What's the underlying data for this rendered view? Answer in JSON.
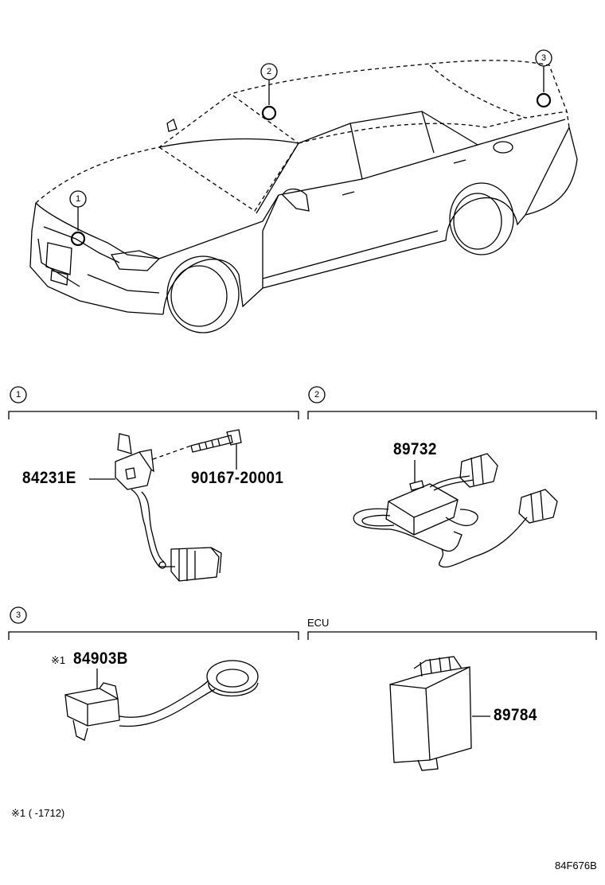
{
  "callouts": [
    "1",
    "2",
    "3"
  ],
  "sections": [
    {
      "number": "1",
      "header": ""
    },
    {
      "number": "2",
      "header": ""
    },
    {
      "number": "3",
      "header": ""
    },
    {
      "number": "",
      "header": "ECU"
    }
  ],
  "parts": {
    "p84231E": "84231E",
    "p90167": "90167-20001",
    "p89732": "89732",
    "p84903B_mark": "※1",
    "p84903B": "84903B",
    "p89784": "89784"
  },
  "footnote": "※1 (      -1712)",
  "diagram_id": "84F676B"
}
